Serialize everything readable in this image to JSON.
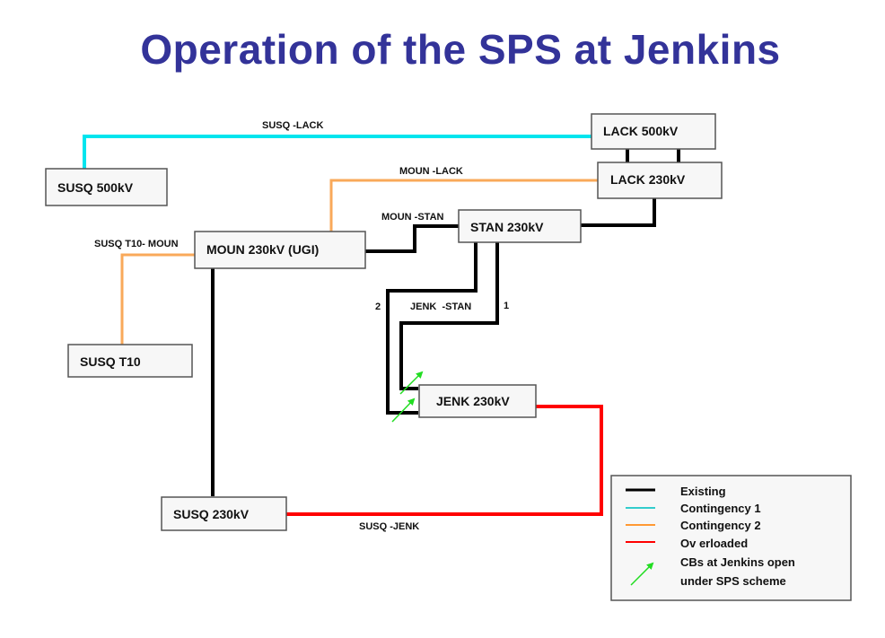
{
  "title": "Operation of the SPS at Jenkins",
  "colors": {
    "title": "#333399",
    "existing": "#000000",
    "contingency1": "#00e5ee",
    "contingency2": "#f9a95a",
    "overloaded": "#ff0000",
    "cb_arrow": "#22dd22"
  },
  "nodes": {
    "lack500": "LACK 500kV",
    "lack230": "LACK 230kV",
    "susq500": "SUSQ 500kV",
    "stan230": "STAN 230kV",
    "moun230": "MOUN 230kV (UGI)",
    "susqt10": "SUSQ T10",
    "jenk230": "JENK 230kV",
    "susq230": "SUSQ 230kV"
  },
  "lines": {
    "susq_lack": "SUSQ -LACK",
    "moun_lack": "MOUN -LACK",
    "moun_stan": "MOUN -STAN",
    "susqt10_moun": "SUSQ T10- MOUN",
    "jenk_stan": "JENK  -STAN",
    "jenk_stan_circuit_2": "2",
    "jenk_stan_circuit_1": "1",
    "susq_jenk": "SUSQ -JENK"
  },
  "legend": {
    "items": [
      {
        "label": "Existing",
        "type": "existing"
      },
      {
        "label": "Contingency 1",
        "type": "contingency1"
      },
      {
        "label": "Contingency 2",
        "type": "contingency2"
      },
      {
        "label": "Ov erloaded",
        "type": "overloaded"
      },
      {
        "label": "CBs at Jenkins open",
        "label2": "under SPS scheme",
        "type": "cb_arrow"
      }
    ]
  }
}
